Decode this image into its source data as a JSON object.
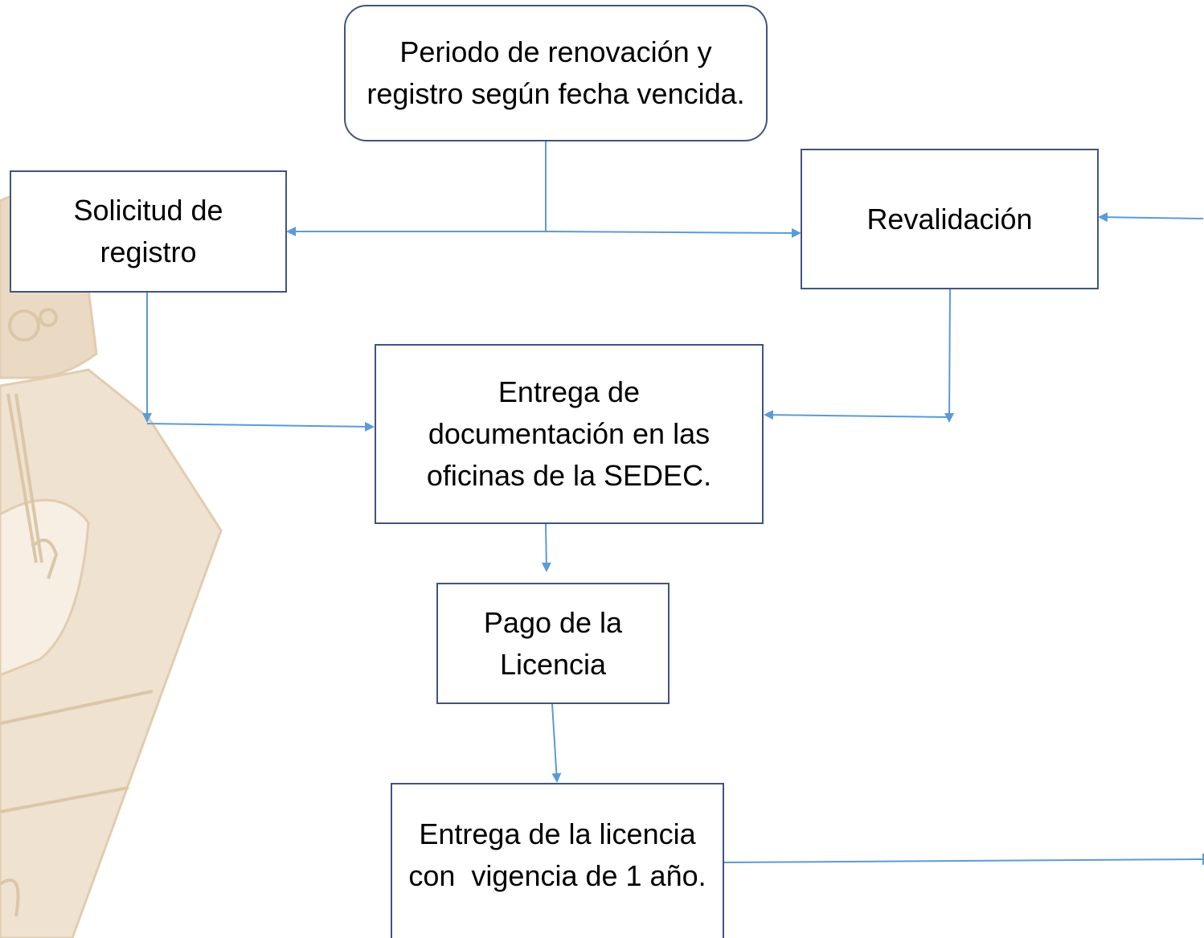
{
  "diagram": {
    "nodes": {
      "periodo": {
        "label": "Periodo de renovación y registro según fecha vencida.",
        "shape": "rounded-rectangle"
      },
      "solicitud": {
        "label": "Solicitud de registro",
        "shape": "rectangle"
      },
      "revalidacion": {
        "label": "Revalidación",
        "shape": "rectangle"
      },
      "entrega_doc": {
        "label": "Entrega de documentación en las oficinas de la SEDEC.",
        "shape": "rectangle"
      },
      "pago": {
        "label": "Pago de la Licencia",
        "shape": "rectangle"
      },
      "entrega_lic": {
        "label": "Entrega de la licencia con  vigencia de 1 año.",
        "shape": "rectangle"
      }
    },
    "edges": [
      {
        "from": "periodo",
        "to": "solicitud"
      },
      {
        "from": "periodo",
        "to": "revalidacion"
      },
      {
        "from": "solicitud",
        "to": "entrega_doc"
      },
      {
        "from": "revalidacion",
        "to": "entrega_doc"
      },
      {
        "from": "entrega_doc",
        "to": "pago"
      },
      {
        "from": "pago",
        "to": "entrega_lic"
      },
      {
        "from": "entrega_lic",
        "to": "revalidacion"
      }
    ],
    "colors": {
      "box_border": "#41557c",
      "connector": "#5b9bd5",
      "watermark": "#ead9c3"
    }
  }
}
